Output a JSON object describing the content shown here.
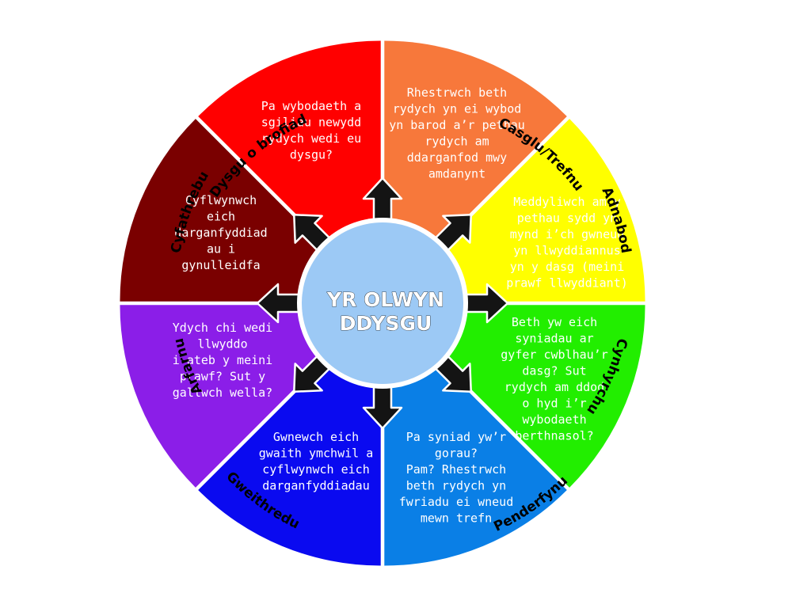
{
  "center": {
    "title_lines": [
      "YR OLWYN",
      "DDYSGU"
    ],
    "color": "#9cc9f5"
  },
  "segments": [
    {
      "id": "dysgu",
      "label": "Dysgu o brofiad",
      "color": "#ff0000",
      "text_color": "#ffffff",
      "lines": [
        "Pa wybodaeth a",
        "sgiliau newydd",
        "rydych wedi eu",
        "dysgu?"
      ]
    },
    {
      "id": "casglu",
      "label": "Casglu/Trefnu",
      "color": "#f7783b",
      "text_color": "#000000",
      "lines": [
        "Rhestrwch beth",
        "rydych yn ei wybod",
        "yn barod a’r pethau",
        "rydych am",
        "ddarganfod mwy",
        "amdanynt"
      ]
    },
    {
      "id": "adnabod",
      "label": "Adnabod",
      "color": "#ffff00",
      "text_color": "#000000",
      "lines": [
        "Meddyliwch am y",
        "pethau sydd yn",
        "mynd i’ch gwneud",
        "yn llwyddiannus",
        "yn y dasg (meini",
        "prawf llwyddiant)"
      ]
    },
    {
      "id": "cynhyrchu",
      "label": "Cynhyrchu",
      "color": "#22ee00",
      "text_color": "#000000",
      "lines": [
        "Beth yw eich",
        "syniadau ar",
        "gyfer cwblhau’r",
        "dasg?  Sut",
        "rydych am ddod",
        "o hyd i’r",
        "wybodaeth",
        "berthnasol?"
      ]
    },
    {
      "id": "penderfynu",
      "label": "Penderfynu",
      "color": "#0a7fe6",
      "text_color": "#000000",
      "lines": [
        "Pa syniad yw’r",
        "gorau?",
        "Pam? Rhestrwch",
        "beth rydych yn",
        "fwriadu ei wneud",
        "mewn trefn"
      ]
    },
    {
      "id": "gweithredu",
      "label": "Gweithredu",
      "color": "#0a0af0",
      "text_color": "#ffffff",
      "lines": [
        "Gwnewch eich",
        "gwaith ymchwil a",
        "cyflwynwch eich",
        "darganfyddiadau"
      ]
    },
    {
      "id": "arfarnu",
      "label": "Arfarnu",
      "color": "#8b1ee8",
      "text_color": "#ffffff",
      "lines": [
        "Ydych chi wedi",
        "llwyddo",
        "i ateb y meini",
        "prawf? Sut y",
        "gallwch wella?"
      ]
    },
    {
      "id": "cyfathrebu",
      "label": "Cyfathrebu",
      "color": "#7a0000",
      "text_color": "#ffffff",
      "lines": [
        "Cyflwynwch",
        "eich",
        "darganfyddiad",
        "au i",
        "gynulleidfa"
      ]
    }
  ],
  "arrow_color": "#141414"
}
